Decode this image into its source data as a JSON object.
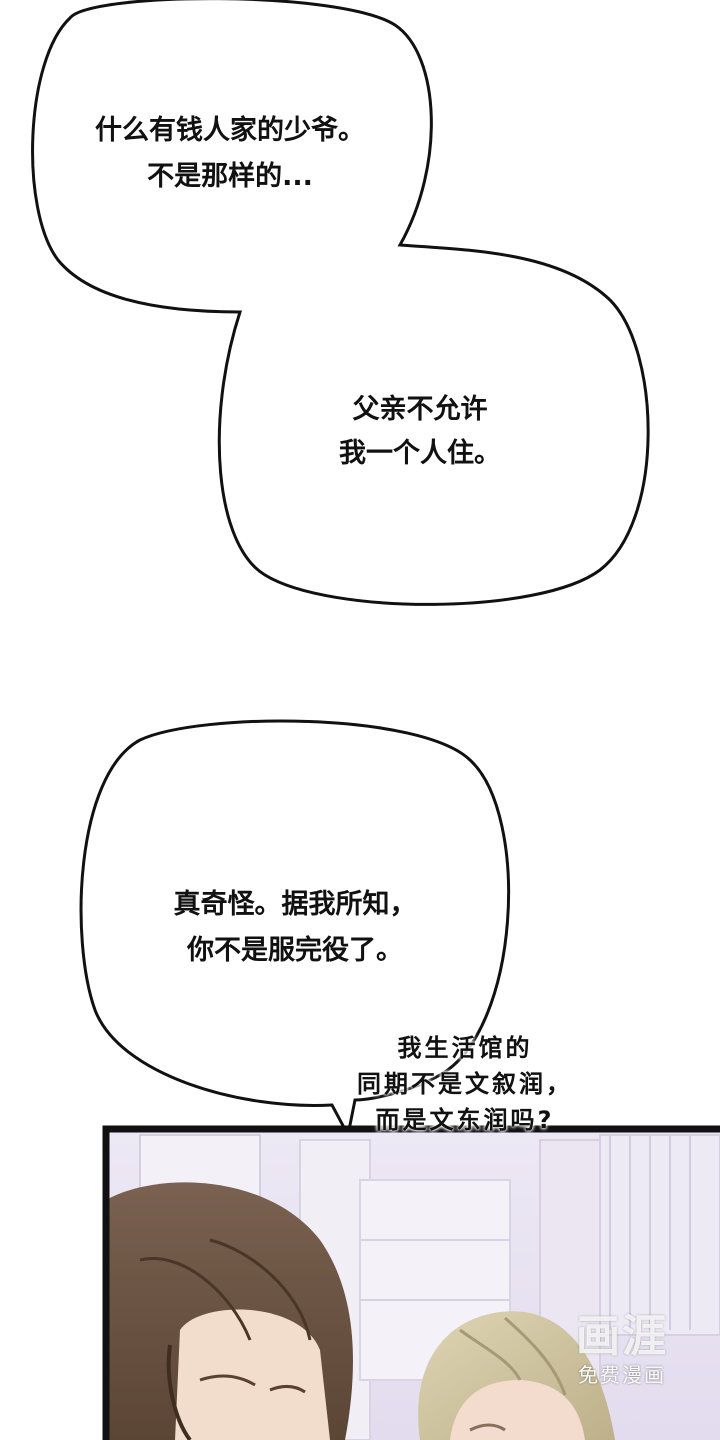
{
  "bubbles": [
    {
      "lines": [
        "什么有钱人家的少爷。",
        "不是那样的..."
      ]
    },
    {
      "lines": [
        "父亲不允许",
        "我一个人住。"
      ]
    },
    {
      "lines": [
        "真奇怪。据我所知，",
        "你不是服完役了。"
      ]
    }
  ],
  "handwritten": {
    "lines": [
      "我生活馆的",
      "同期不是文叙润，",
      "而是文东润吗?"
    ]
  },
  "watermark": {
    "logo": "画涯",
    "caption": "免费漫画"
  },
  "colors": {
    "background": "#ffffff",
    "outline": "#111111",
    "panel_wall": "#e9e4f2",
    "hair_brown": "#6e5644",
    "hair_blond": "#cfc4a0",
    "skin": "#f3dccd"
  }
}
